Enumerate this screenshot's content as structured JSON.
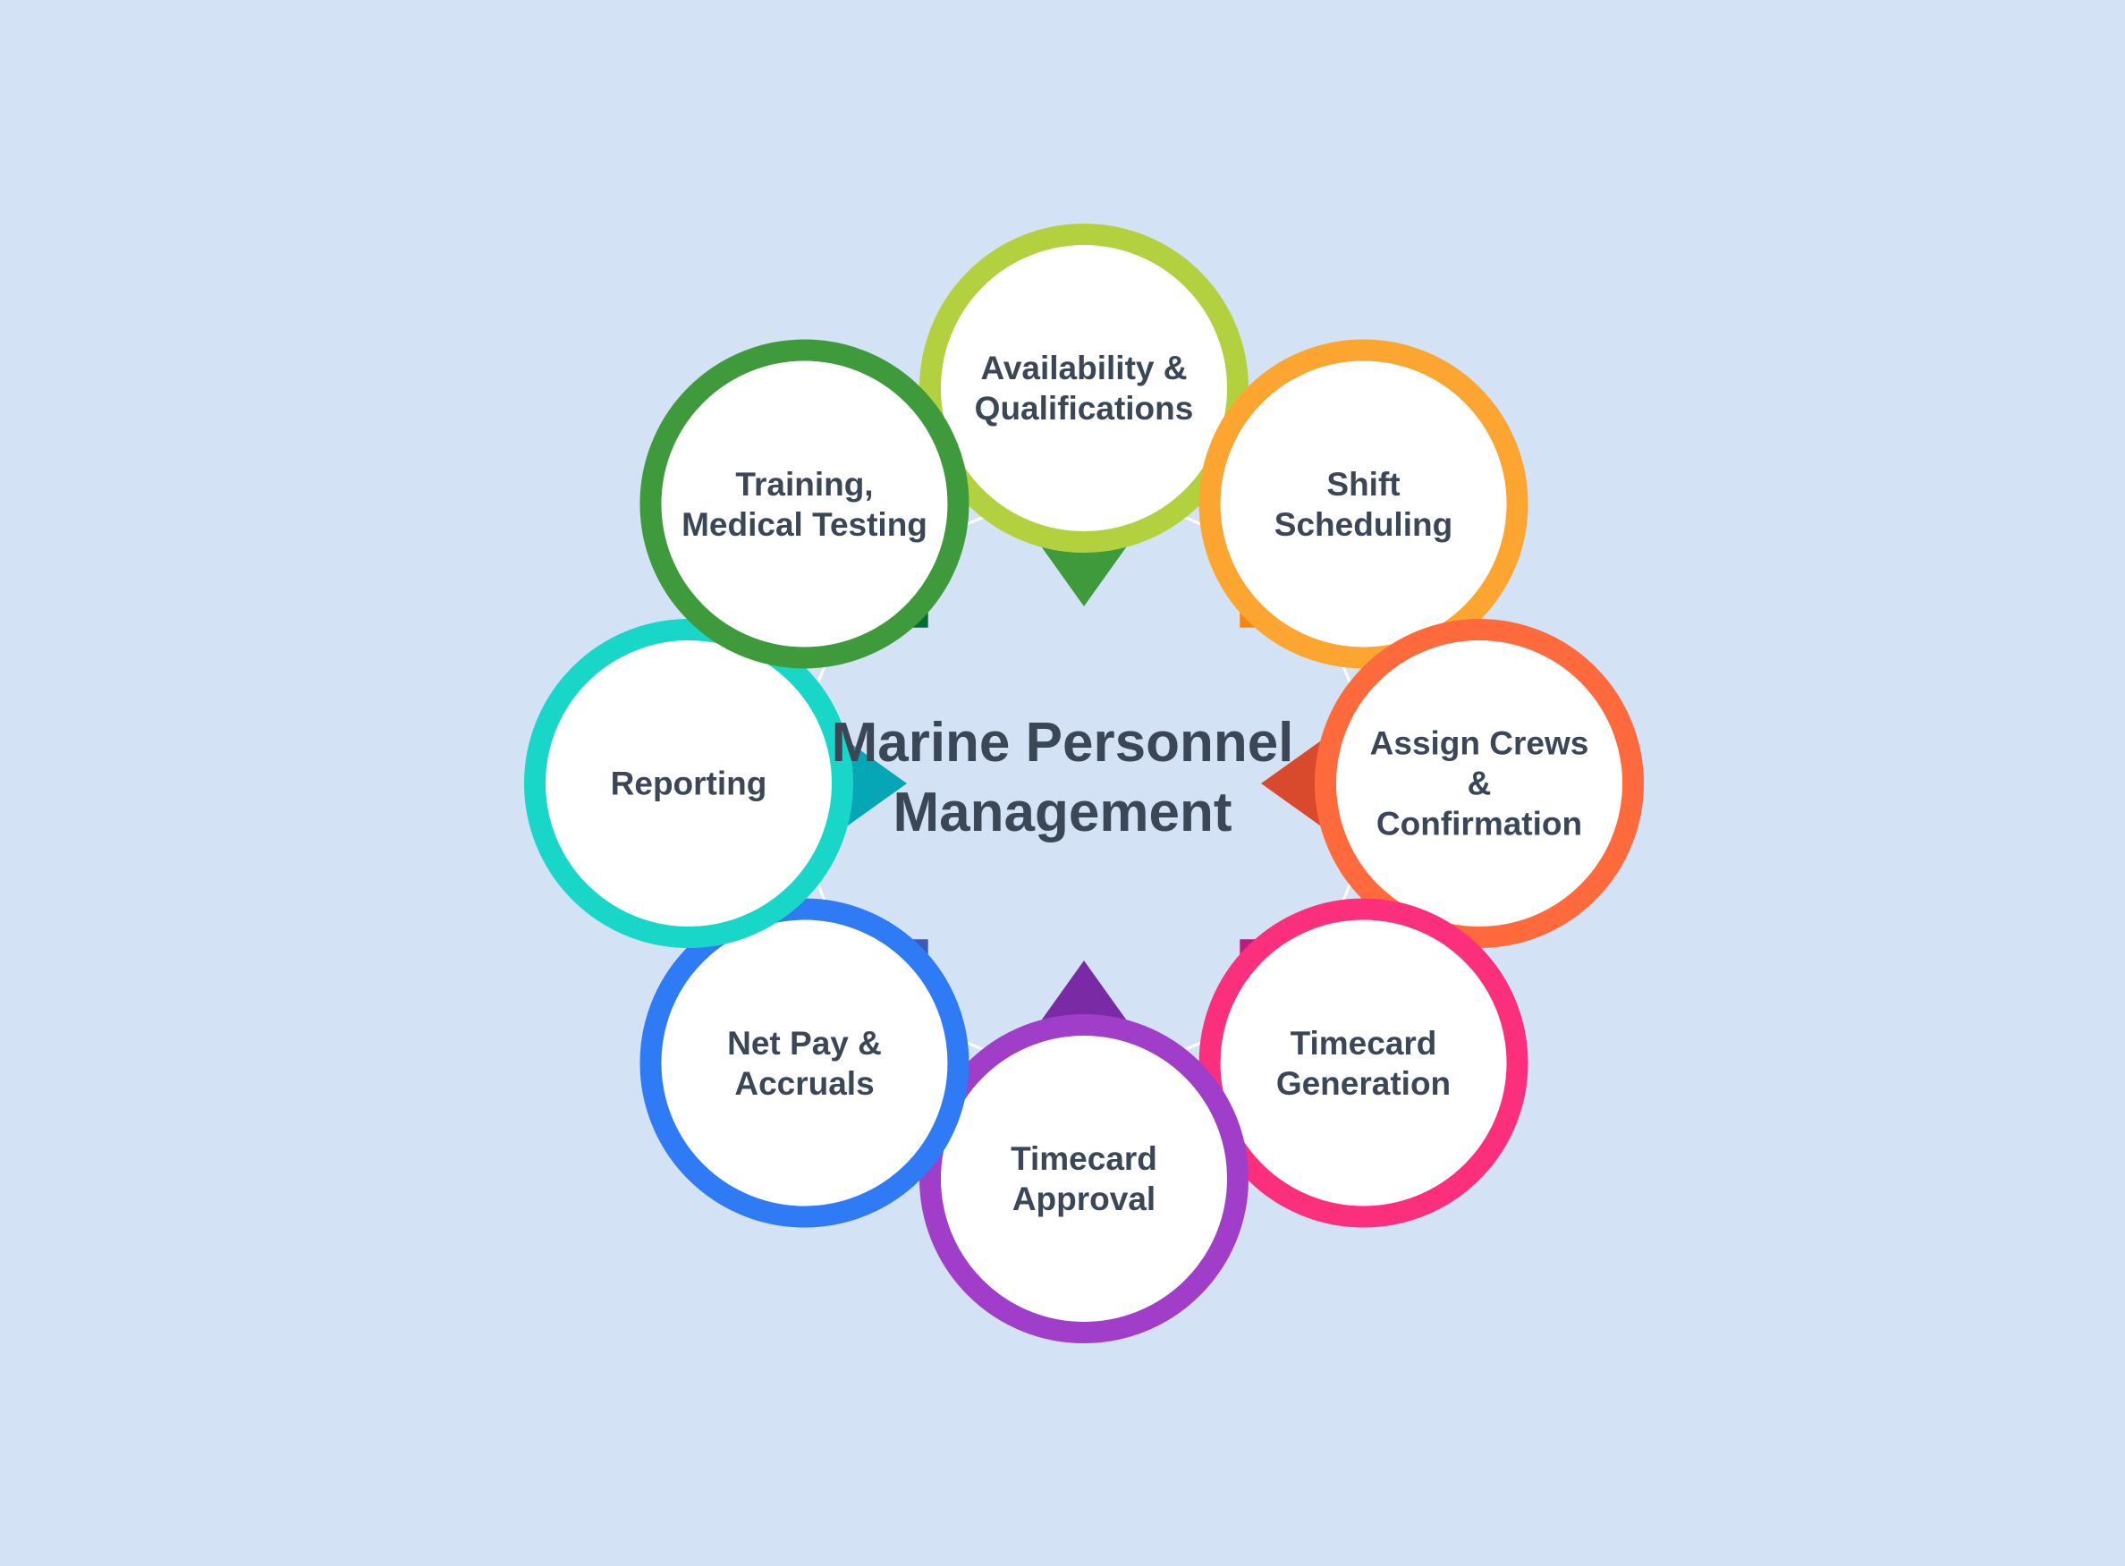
{
  "center": {
    "title_lines": [
      "Marine Personnel",
      "Management"
    ]
  },
  "nodes": [
    {
      "id": "availability-qualifications",
      "lines": [
        "Availability &",
        "Qualifications"
      ],
      "color": "#b3d13f",
      "accent": "#3f9a3c"
    },
    {
      "id": "shift-scheduling",
      "lines": [
        "Shift",
        "Scheduling"
      ],
      "color": "#fca631",
      "accent": "#f58512"
    },
    {
      "id": "assign-crews-confirmation",
      "lines": [
        "Assign Crews &",
        "Confirmation"
      ],
      "color": "#ff6a3d",
      "accent": "#d94a2c"
    },
    {
      "id": "timecard-generation",
      "lines": [
        "Timecard",
        "Generation"
      ],
      "color": "#fc2f7c",
      "accent": "#b51f7f"
    },
    {
      "id": "timecard-approval",
      "lines": [
        "Timecard",
        "Approval"
      ],
      "color": "#a03ec9",
      "accent": "#7b2aa6"
    },
    {
      "id": "net-pay-accruals",
      "lines": [
        "Net Pay &",
        "Accruals"
      ],
      "color": "#2e7bf5",
      "accent": "#3e5ab7"
    },
    {
      "id": "reporting",
      "lines": [
        "Reporting"
      ],
      "color": "#18d7c9",
      "accent": "#05a6b5"
    },
    {
      "id": "training-medical-testing",
      "lines": [
        "Training,",
        "Medical Testing"
      ],
      "color": "#3f9a3c",
      "accent": "#066d30"
    }
  ],
  "colors": {
    "background": "#d3e3f5",
    "text": "#3b4656",
    "ring": "#c9d3e5",
    "inner_circle": "#ffffff"
  }
}
